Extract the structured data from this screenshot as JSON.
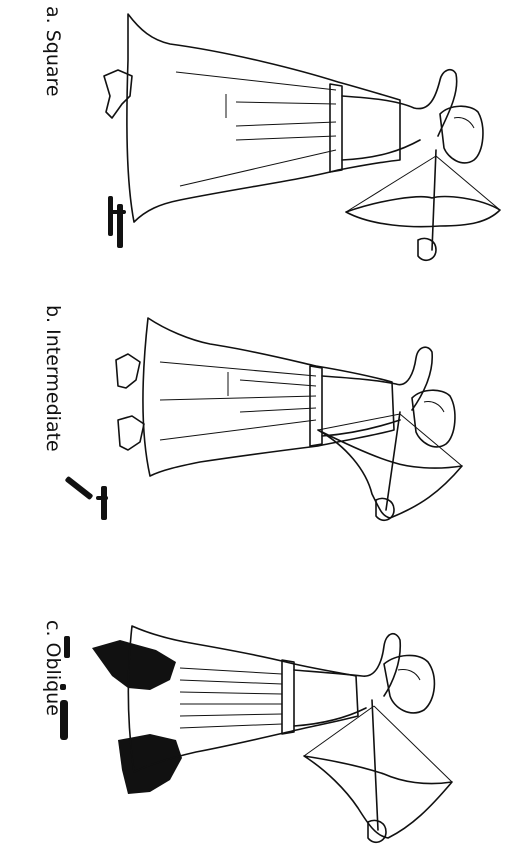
{
  "figure": {
    "panels": [
      {
        "id": "a",
        "label": "a. Square"
      },
      {
        "id": "b",
        "label": "b. Intermediate"
      },
      {
        "id": "c",
        "label": "c. Oblique"
      }
    ]
  }
}
